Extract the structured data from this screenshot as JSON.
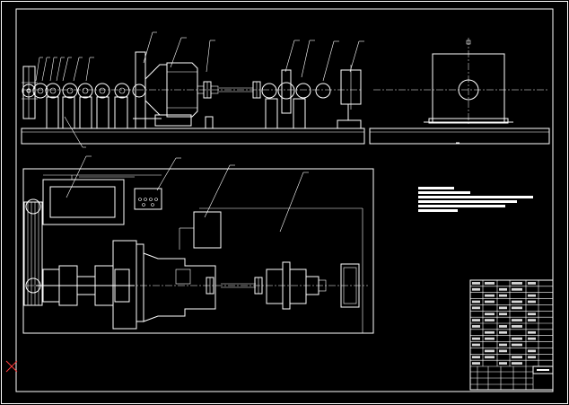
{
  "drawing": {
    "background": "#000000",
    "line_color": "#ffffff",
    "hatch_color": "#c8c8c8",
    "cross_marker_color": "#ff3b3b",
    "views": [
      "front-elevation",
      "side-section",
      "plan-view"
    ],
    "leader_count_top": 14,
    "leader_count_plan": 4
  },
  "title_block": {
    "rows": 14,
    "columns": 6
  }
}
